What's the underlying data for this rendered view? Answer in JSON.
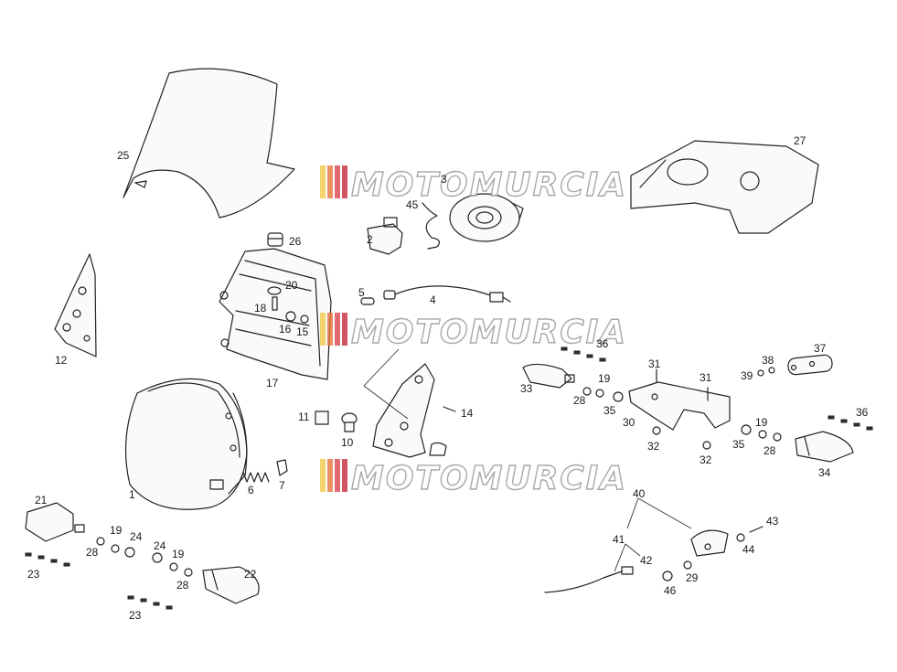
{
  "watermark": {
    "text": "MOTOMURCIA",
    "bar_colors": [
      "#f2c84b",
      "#e8743b",
      "#d9434f",
      "#c42a3a"
    ]
  },
  "callouts": {
    "c1": "1",
    "c2": "2",
    "c3": "3",
    "c4": "4",
    "c5": "5",
    "c6": "6",
    "c7": "7",
    "c10": "10",
    "c11": "11",
    "c12": "12",
    "c14": "14",
    "c15": "15",
    "c16": "16",
    "c17": "17",
    "c18": "18",
    "c19a": "19",
    "c19b": "19",
    "c19c": "19",
    "c19d": "19",
    "c20": "20",
    "c21": "21",
    "c22": "22",
    "c23a": "23",
    "c23b": "23",
    "c24a": "24",
    "c24b": "24",
    "c25": "25",
    "c26": "26",
    "c27": "27",
    "c28a": "28",
    "c28b": "28",
    "c28c": "28",
    "c28d": "28",
    "c29": "29",
    "c30": "30",
    "c31a": "31",
    "c31b": "31",
    "c32a": "32",
    "c32b": "32",
    "c33": "33",
    "c34": "34",
    "c35a": "35",
    "c35b": "35",
    "c36a": "36",
    "c36b": "36",
    "c37": "37",
    "c38": "38",
    "c39": "39",
    "c40": "40",
    "c41": "41",
    "c42": "42",
    "c43": "43",
    "c44": "44",
    "c45": "45",
    "c46": "46"
  }
}
